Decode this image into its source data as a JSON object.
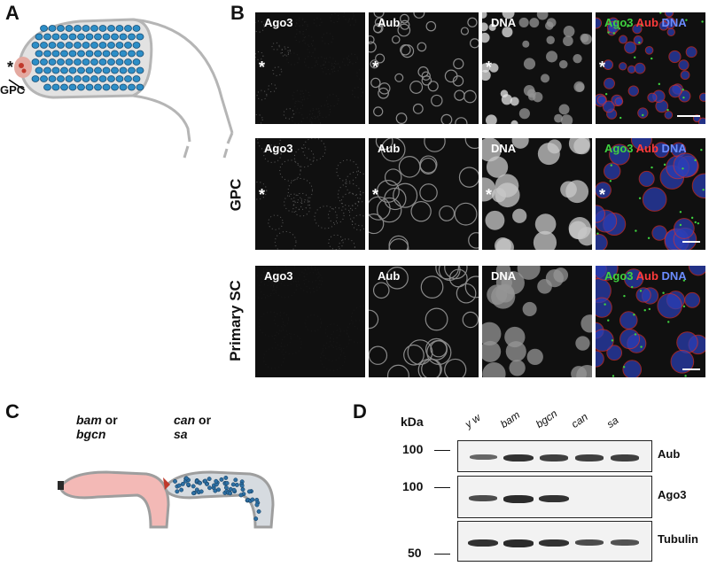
{
  "panel_letters": [
    "A",
    "B",
    "C",
    "D"
  ],
  "panel_a": {
    "gpc_label": "GPC",
    "star": "*"
  },
  "panel_b": {
    "rows": [
      {
        "row_label": "",
        "tiles": [
          {
            "label_parts": [
              {
                "t": "Ago3",
                "c": "w"
              }
            ]
          },
          {
            "label_parts": [
              {
                "t": "Aub",
                "c": "w"
              }
            ]
          },
          {
            "label_parts": [
              {
                "t": "DNA",
                "c": "w"
              }
            ]
          },
          {
            "label_parts": [
              {
                "t": "Ago3 ",
                "c": "g"
              },
              {
                "t": "Aub ",
                "c": "r"
              },
              {
                "t": "DNA",
                "c": "b"
              }
            ]
          }
        ]
      },
      {
        "row_label": "GPC",
        "tiles": [
          {
            "label_parts": [
              {
                "t": "Ago3",
                "c": "w"
              }
            ]
          },
          {
            "label_parts": [
              {
                "t": "Aub",
                "c": "w"
              }
            ]
          },
          {
            "label_parts": [
              {
                "t": "DNA",
                "c": "w"
              }
            ]
          },
          {
            "label_parts": [
              {
                "t": "Ago3 ",
                "c": "g"
              },
              {
                "t": "Aub ",
                "c": "r"
              },
              {
                "t": "DNA",
                "c": "b"
              }
            ]
          }
        ]
      },
      {
        "row_label": "Primary SC",
        "tiles": [
          {
            "label_parts": [
              {
                "t": "Ago3",
                "c": "w"
              }
            ]
          },
          {
            "label_parts": [
              {
                "t": "Aub",
                "c": "w"
              }
            ]
          },
          {
            "label_parts": [
              {
                "t": "DNA",
                "c": "w"
              }
            ]
          },
          {
            "label_parts": [
              {
                "t": "Ago3 ",
                "c": "g"
              },
              {
                "t": "Aub ",
                "c": "r"
              },
              {
                "t": "DNA",
                "c": "b"
              }
            ]
          }
        ]
      }
    ],
    "star": "*"
  },
  "panel_c": {
    "left_genotype": {
      "g1": "bam",
      "or": " or",
      "g2": "bgcn"
    },
    "right_genotype": {
      "g1": "can",
      "or": " or",
      "g2": "sa"
    }
  },
  "panel_d": {
    "kda_label": "kDa",
    "lanes": [
      "y w",
      "bam",
      "bgcn",
      "can",
      "sa"
    ],
    "blots": [
      {
        "name": "Aub",
        "mw": "100",
        "bands": [
          0.5,
          0.9,
          0.8,
          0.8,
          0.8
        ]
      },
      {
        "name": "Ago3",
        "mw": "100",
        "bands": [
          0.7,
          0.95,
          0.9,
          0.0,
          0.0
        ]
      },
      {
        "name": "Tubulin",
        "mw": "50",
        "bands": [
          0.9,
          0.95,
          0.9,
          0.7,
          0.65
        ]
      }
    ]
  },
  "colors": {
    "ago3": "#3fd23f",
    "aub": "#ff3b3b",
    "dna": "#6b8cff",
    "cell_blue": "#2d8ec7"
  }
}
